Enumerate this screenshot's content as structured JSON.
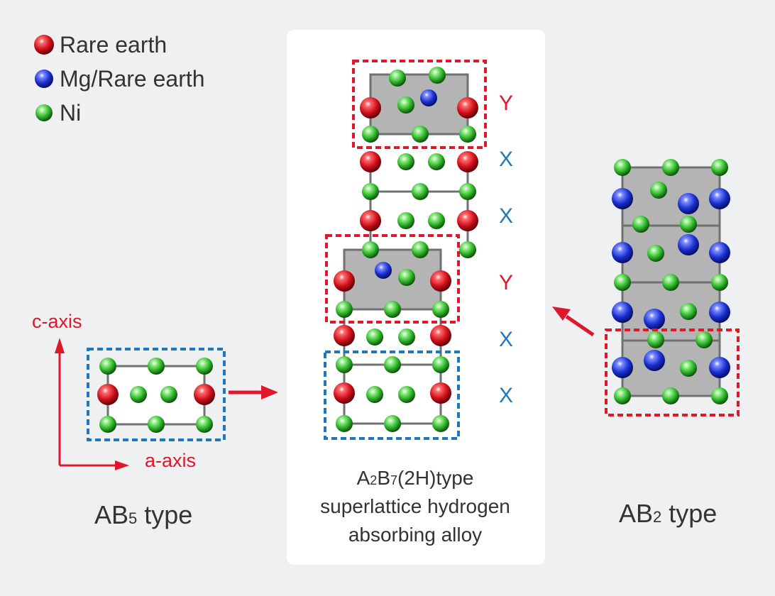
{
  "legend": {
    "items": [
      {
        "label": "Rare earth",
        "color": "rare_earth"
      },
      {
        "label": "Mg/Rare earth",
        "color": "mg_rare_earth"
      },
      {
        "label": "Ni",
        "color": "ni"
      }
    ]
  },
  "colors": {
    "rare_earth": "#d0101c",
    "mg_rare_earth": "#1a2fd0",
    "ni": "#2fb52a",
    "cell_fill": "#b4b4b4",
    "cell_stroke": "#6e7272",
    "red_accent": "#e0162b",
    "blue_accent": "#1f77c0",
    "text": "#333333"
  },
  "ab5": {
    "c_axis": "c-axis",
    "a_axis": "a-axis",
    "title_main": "AB",
    "title_sub": "5",
    "title_rest": " type"
  },
  "a2b7": {
    "layer_labels": [
      "Y",
      "X",
      "X",
      "Y",
      "X",
      "X"
    ],
    "caption_line1": {
      "a": "A",
      "sub1": "2",
      "b": "B",
      "sub2": "7",
      "rest": "(2H)type"
    },
    "caption_line2": "superlattice hydrogen",
    "caption_line3": "absorbing alloy"
  },
  "ab2": {
    "title_main": "AB",
    "title_sub": "2",
    "title_rest": " type"
  }
}
